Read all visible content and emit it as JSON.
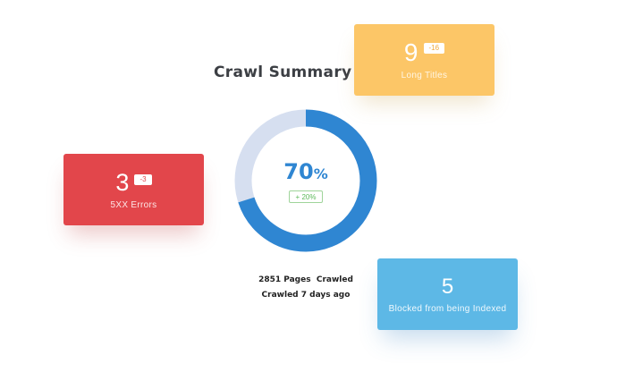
{
  "summary": {
    "title": "Crawl Summary",
    "progress_percent": 70,
    "progress_value": "70",
    "progress_unit": "%",
    "change": "+ 20%",
    "pages_count": "2851 Pages",
    "pages_label": "Crawled",
    "last_crawled": "Crawled 7 days ago"
  },
  "cards": {
    "long_titles": {
      "value": "9",
      "badge": "-16",
      "label": "Long Titles",
      "color": "#fcc667"
    },
    "errors_5xx": {
      "value": "3",
      "badge": "-3",
      "label": "5XX Errors",
      "color": "#e2464b"
    },
    "blocked": {
      "value": "5",
      "label": "Blocked from being Indexed",
      "color": "#5db8e6"
    }
  },
  "colors": {
    "progress": "#2f86d2",
    "track": "#d6dff0",
    "change": "#5cb95a"
  }
}
